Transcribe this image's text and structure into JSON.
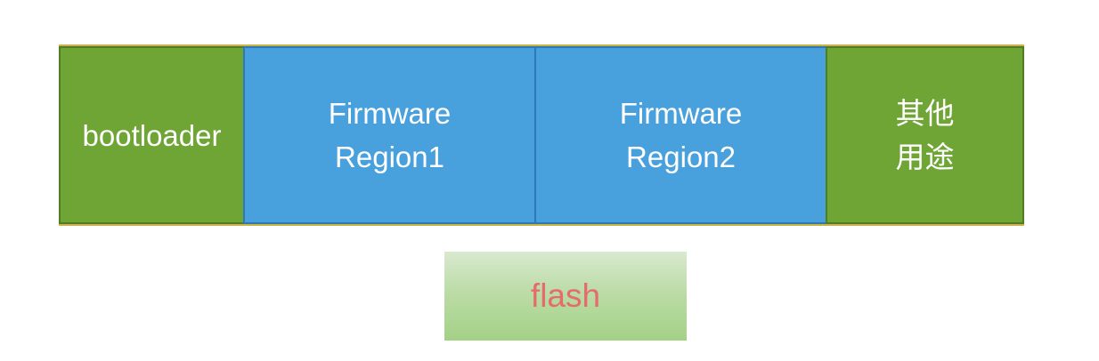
{
  "diagram": {
    "blocks": [
      {
        "label": "bootloader",
        "color": "#6ea535"
      },
      {
        "label": "Firmware\nRegion1",
        "color": "#48a0dc"
      },
      {
        "label": "Firmware\nRegion2",
        "color": "#48a0dc"
      },
      {
        "label": "其他\n用途",
        "color": "#6ea535"
      }
    ],
    "flash_label": "flash",
    "flash_label_color": "#e46c6c"
  }
}
